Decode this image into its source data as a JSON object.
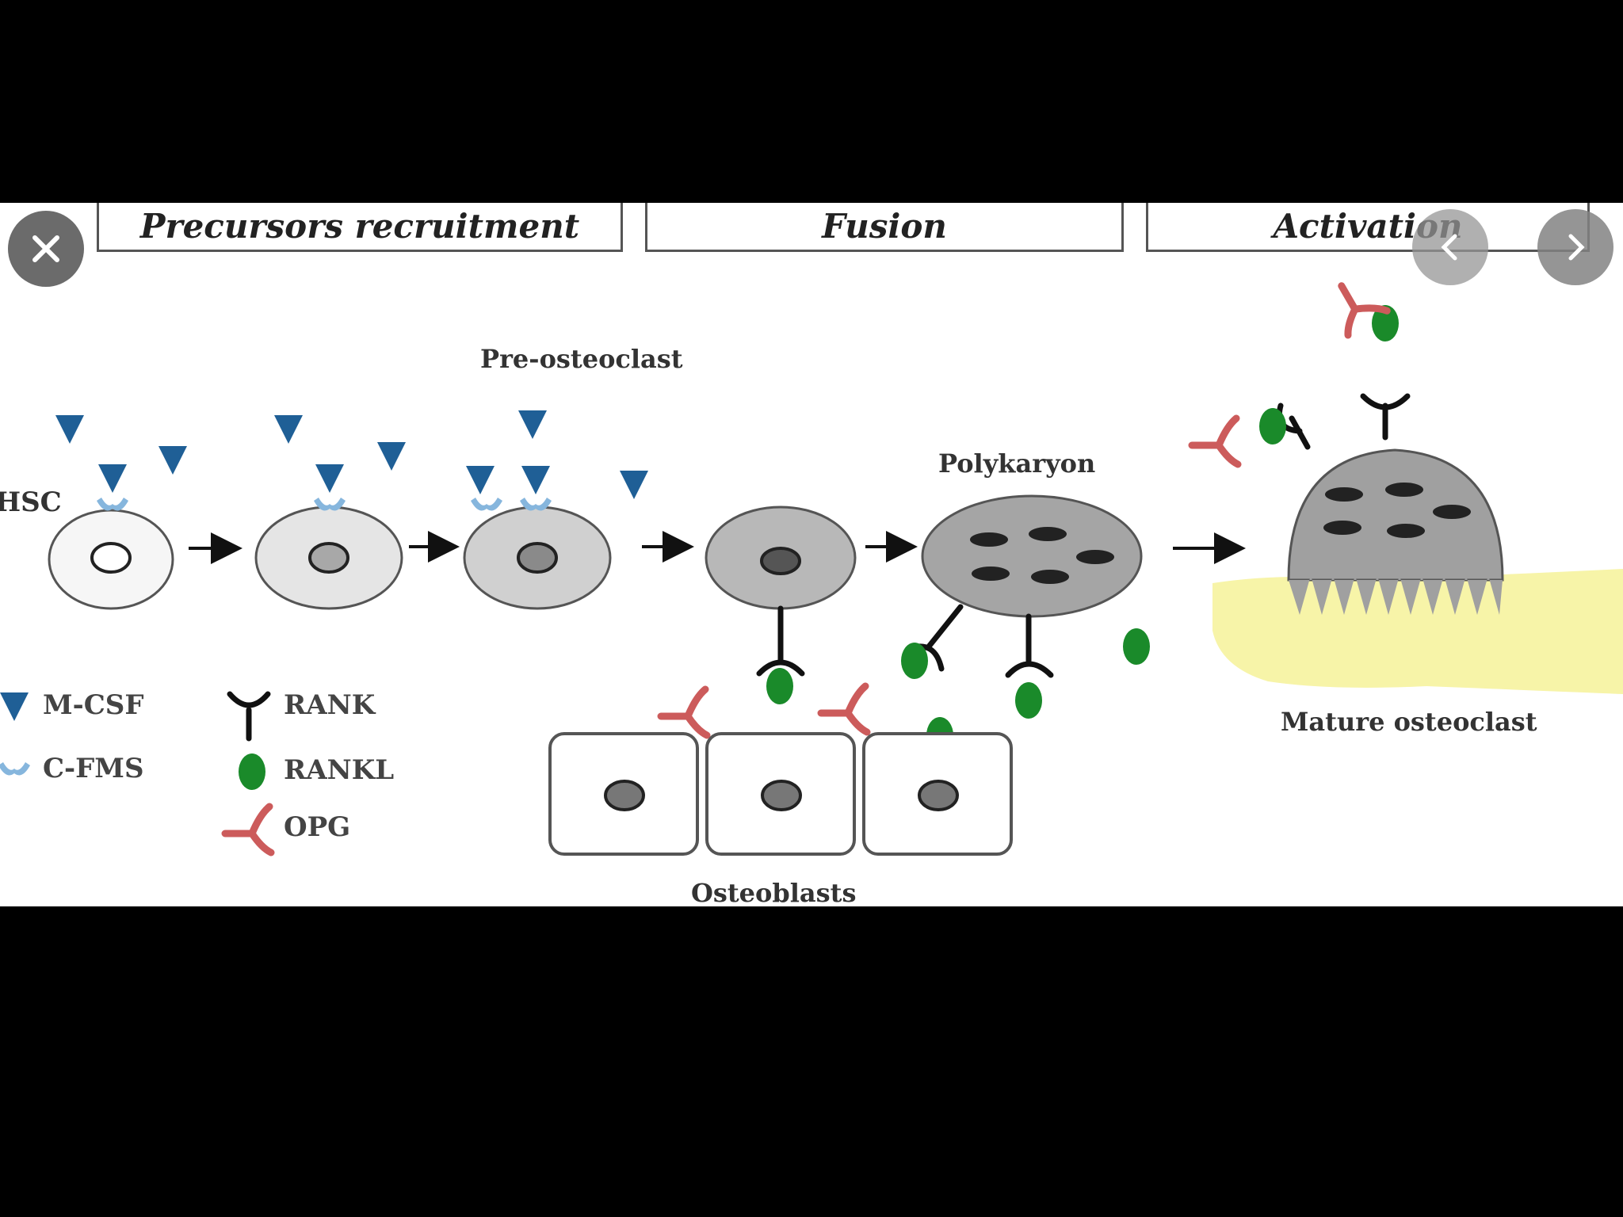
{
  "phases": [
    {
      "label": "Precursors recruitment"
    },
    {
      "label": "Fusion"
    },
    {
      "label": "Activation"
    }
  ],
  "cell_labels": {
    "hsc": "HSC",
    "pre_osteoclast": "Pre-osteoclast",
    "polykaryon": "Polykaryon",
    "mature_osteoclast": "Mature osteoclast",
    "osteoblasts": "Osteoblasts"
  },
  "legend": [
    {
      "label": "M-CSF",
      "icon": "triangle-icon",
      "color": "#1f5f96"
    },
    {
      "label": "C-FMS",
      "icon": "receptor-icon",
      "color": "#7fb0d8"
    },
    {
      "label": "RANK",
      "icon": "y-receptor-icon",
      "color": "#111111"
    },
    {
      "label": "RANKL",
      "icon": "ellipse-icon",
      "color": "#1a8a2a"
    },
    {
      "label": "OPG",
      "icon": "opg-icon",
      "color": "#cc5b5b"
    }
  ],
  "controls": {
    "close": "close-icon",
    "previous": "chevron-left-icon",
    "next": "chevron-right-icon"
  },
  "colors": {
    "bone": "#f7f4a8",
    "cell_light": "#eeeeee",
    "cell_mid": "#c4c4c4",
    "cell_dark": "#9a9a9a",
    "nucleus": "#333333"
  }
}
